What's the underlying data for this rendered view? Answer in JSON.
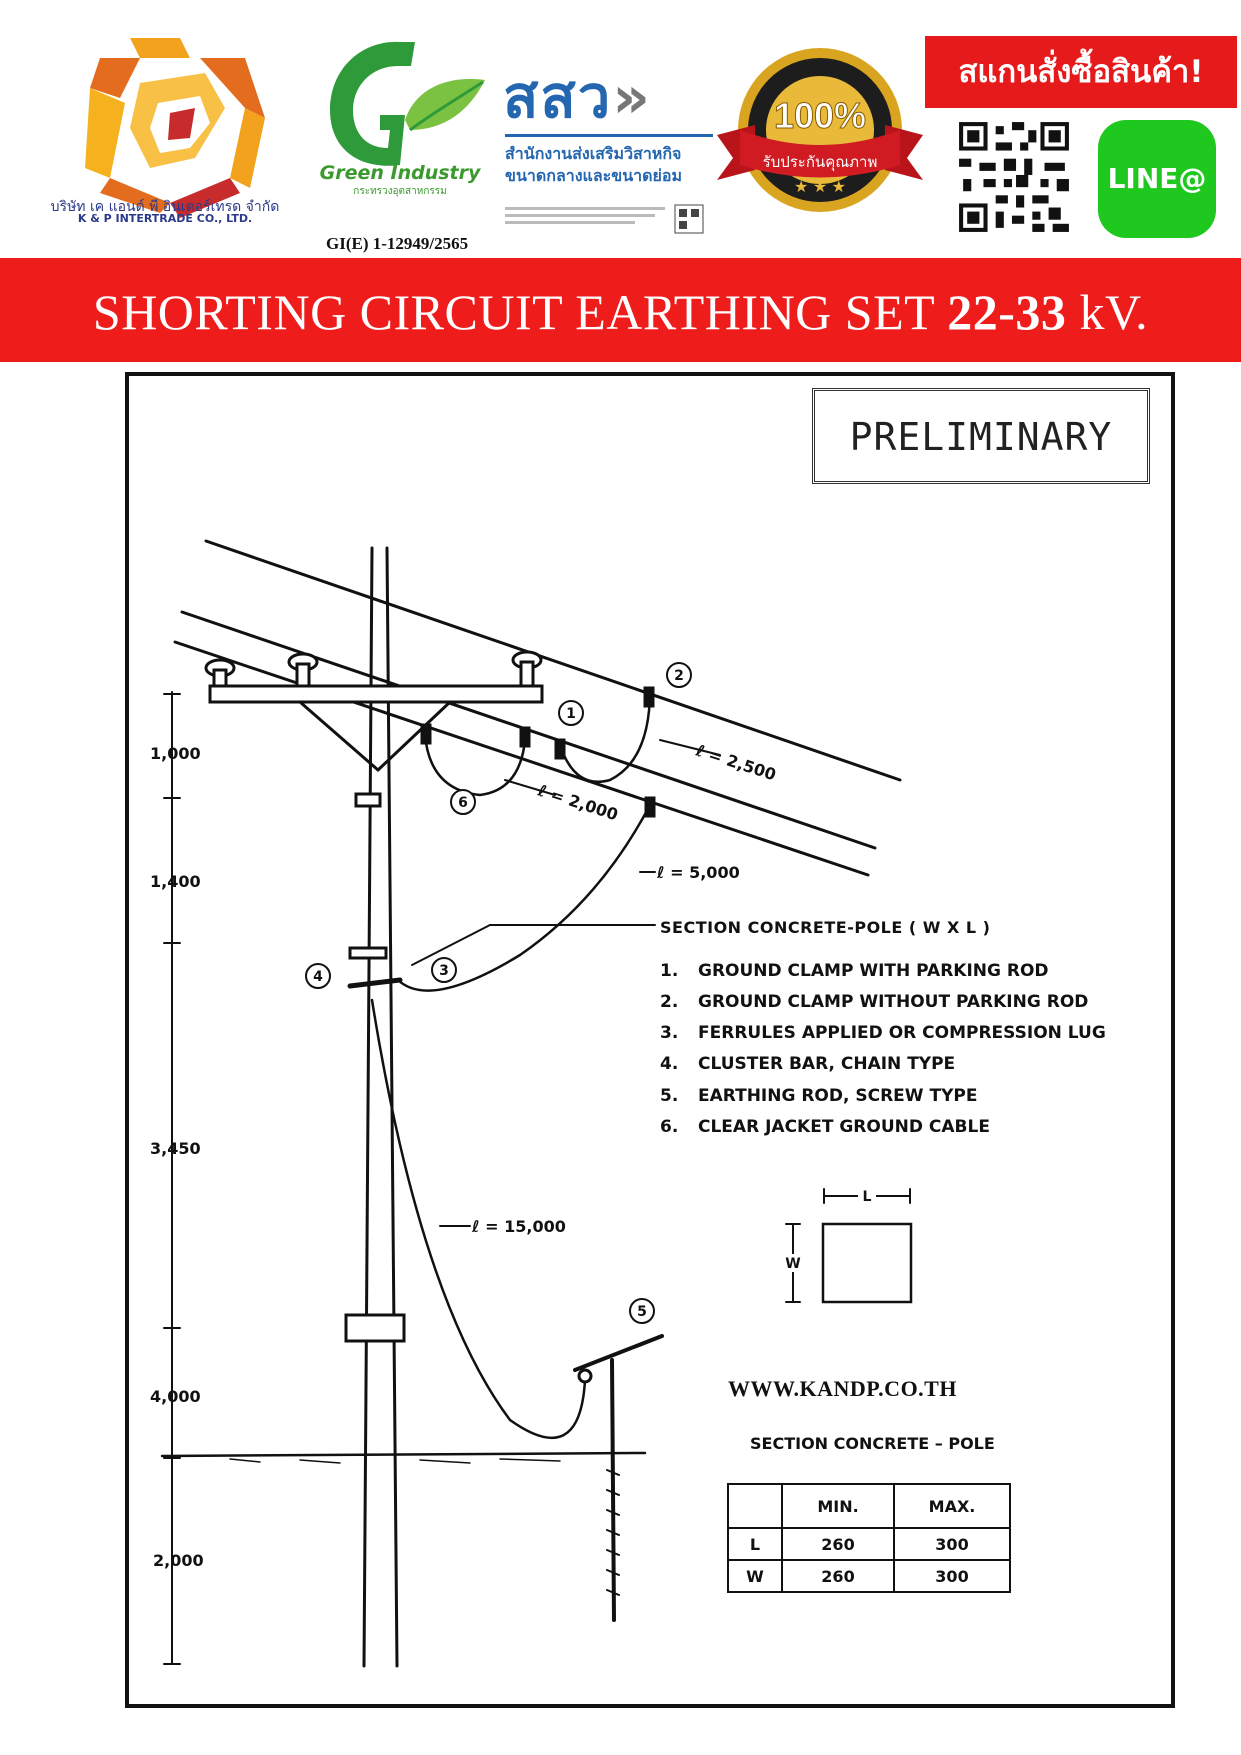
{
  "header": {
    "company_thai": "บริษัท เค แอนด์ พี อินเตอร์เทรด จำกัด",
    "company_english": "K & P INTERTRADE CO., LTD.",
    "green_industry_label": "Green Industry",
    "green_industry_sub": "กระทรวงอุตสาหกรรม",
    "gi_code": "GI(E) 1-12949/2565",
    "sme_logo": "สสว",
    "sme_line1": "สำนักงานส่งเสริมวิสาหกิจ",
    "sme_line2": "ขนาดกลางและขนาดย่อม",
    "seal_text": "100%",
    "seal_ribbon": "รับประกันคุณภาพ",
    "order_badge": "สแกนสั่งซื้อสินค้า!",
    "line_button": "LINE@"
  },
  "title": {
    "part1": "SHORTING CIRCUIT EARTHING SET ",
    "part2": "22-33",
    "part3": " kV."
  },
  "drawing": {
    "stamp": "PRELIMINARY",
    "heights": [
      "1,000",
      "1,400",
      "3,450",
      "4,000",
      "2,000"
    ],
    "cable_lengths": {
      "l1": "ℓ = 2,500",
      "l2": "ℓ = 2,000",
      "l3": "ℓ = 5,000",
      "l4": "ℓ = 15,000"
    },
    "callouts": [
      "1",
      "2",
      "3",
      "4",
      "5",
      "6"
    ],
    "section_label": "SECTION  CONCRETE-POLE ( W X L )",
    "legend": [
      {
        "num": "1.",
        "text": "GROUND CLAMP WITH PARKING ROD"
      },
      {
        "num": "2.",
        "text": "GROUND CLAMP WITHOUT PARKING ROD"
      },
      {
        "num": "3.",
        "text": "FERRULES APPLIED OR COMPRESSION LUG"
      },
      {
        "num": "4.",
        "text": "CLUSTER BAR, CHAIN TYPE"
      },
      {
        "num": "5.",
        "text": "EARTHING ROD, SCREW TYPE"
      },
      {
        "num": "6.",
        "text": "CLEAR JACKET GROUND CABLE"
      }
    ],
    "section_box_l": "L",
    "section_box_w": "W",
    "website": "WWW.KANDP.CO.TH",
    "table_title": "SECTION   CONCRETE – POLE",
    "table": {
      "headers": [
        "",
        "MIN.",
        "MAX."
      ],
      "rows": [
        [
          "L",
          "260",
          "300"
        ],
        [
          "W",
          "260",
          "300"
        ]
      ]
    }
  }
}
